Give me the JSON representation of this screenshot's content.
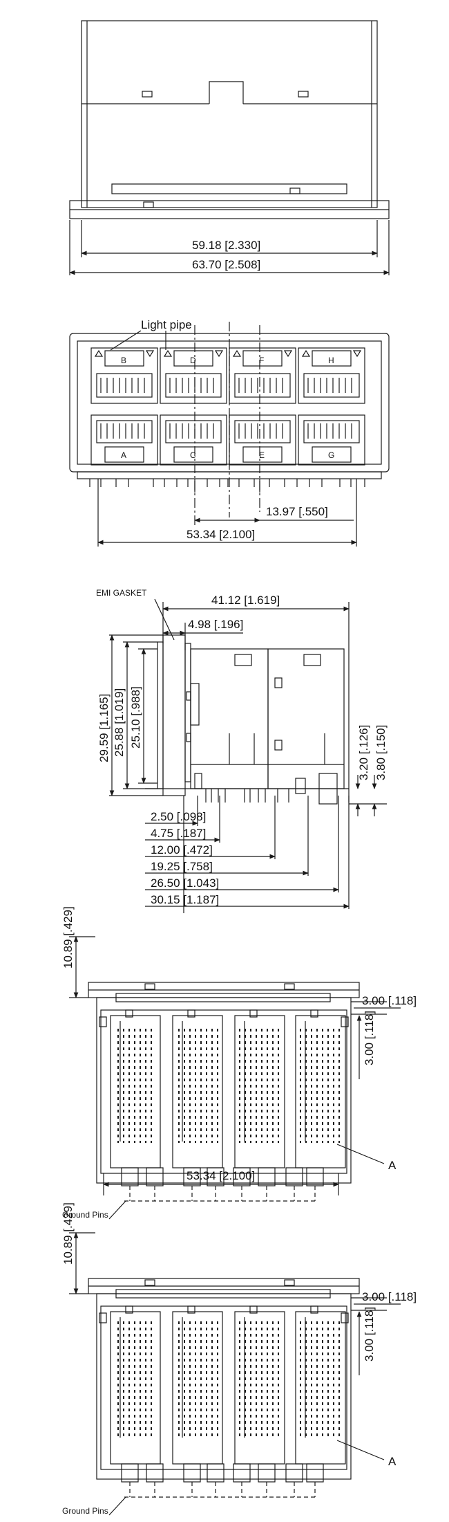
{
  "view1": {
    "dim_inner": "59.18 [2.330]",
    "dim_outer": "63.70 [2.508]"
  },
  "view2": {
    "light_pipe_label": "Light pipe",
    "port_letters_top": [
      "B",
      "D",
      "F",
      "H"
    ],
    "port_letters_bottom": [
      "A",
      "C",
      "E",
      "G"
    ],
    "dim_pitch": "13.97 [.550]",
    "dim_span": "53.34 [2.100]"
  },
  "view3": {
    "emi_gasket_label": "EMI GASKET",
    "dim_top_long": "41.12 [1.619]",
    "dim_top_short": "4.98 [.196]",
    "dim_v1": "29.59 [1.165]",
    "dim_v2": "25.88 [1.019]",
    "dim_v3": "25.10 [.988]",
    "dim_r1": "3.20 [.126]",
    "dim_r2": "3.80 [.150]",
    "dim_b1": "2.50 [.098]",
    "dim_b2": "4.75 [.187]",
    "dim_b3": "12.00 [.472]",
    "dim_b4": "19.25 [.758]",
    "dim_b5": "26.50 [1.043]",
    "dim_b6": "30.15 [1.187]"
  },
  "view4": {
    "dim_left": "10.89 [.429]",
    "dim_r1": "3.00 [.118]",
    "dim_r2": "3.00 [.118]",
    "label_a": "A",
    "ground_pins": "Ground Pins"
  },
  "view5": {
    "dim_span": "53.34 [2.100]",
    "dim_left": "10.89 [.429]",
    "dim_r1": "3.00 [.118]",
    "dim_r2": "3.00 [.118]",
    "label_a": "A",
    "ground_pins": "Ground Pins"
  },
  "colors": {
    "line": "#1a1a1a",
    "background": "#ffffff"
  }
}
